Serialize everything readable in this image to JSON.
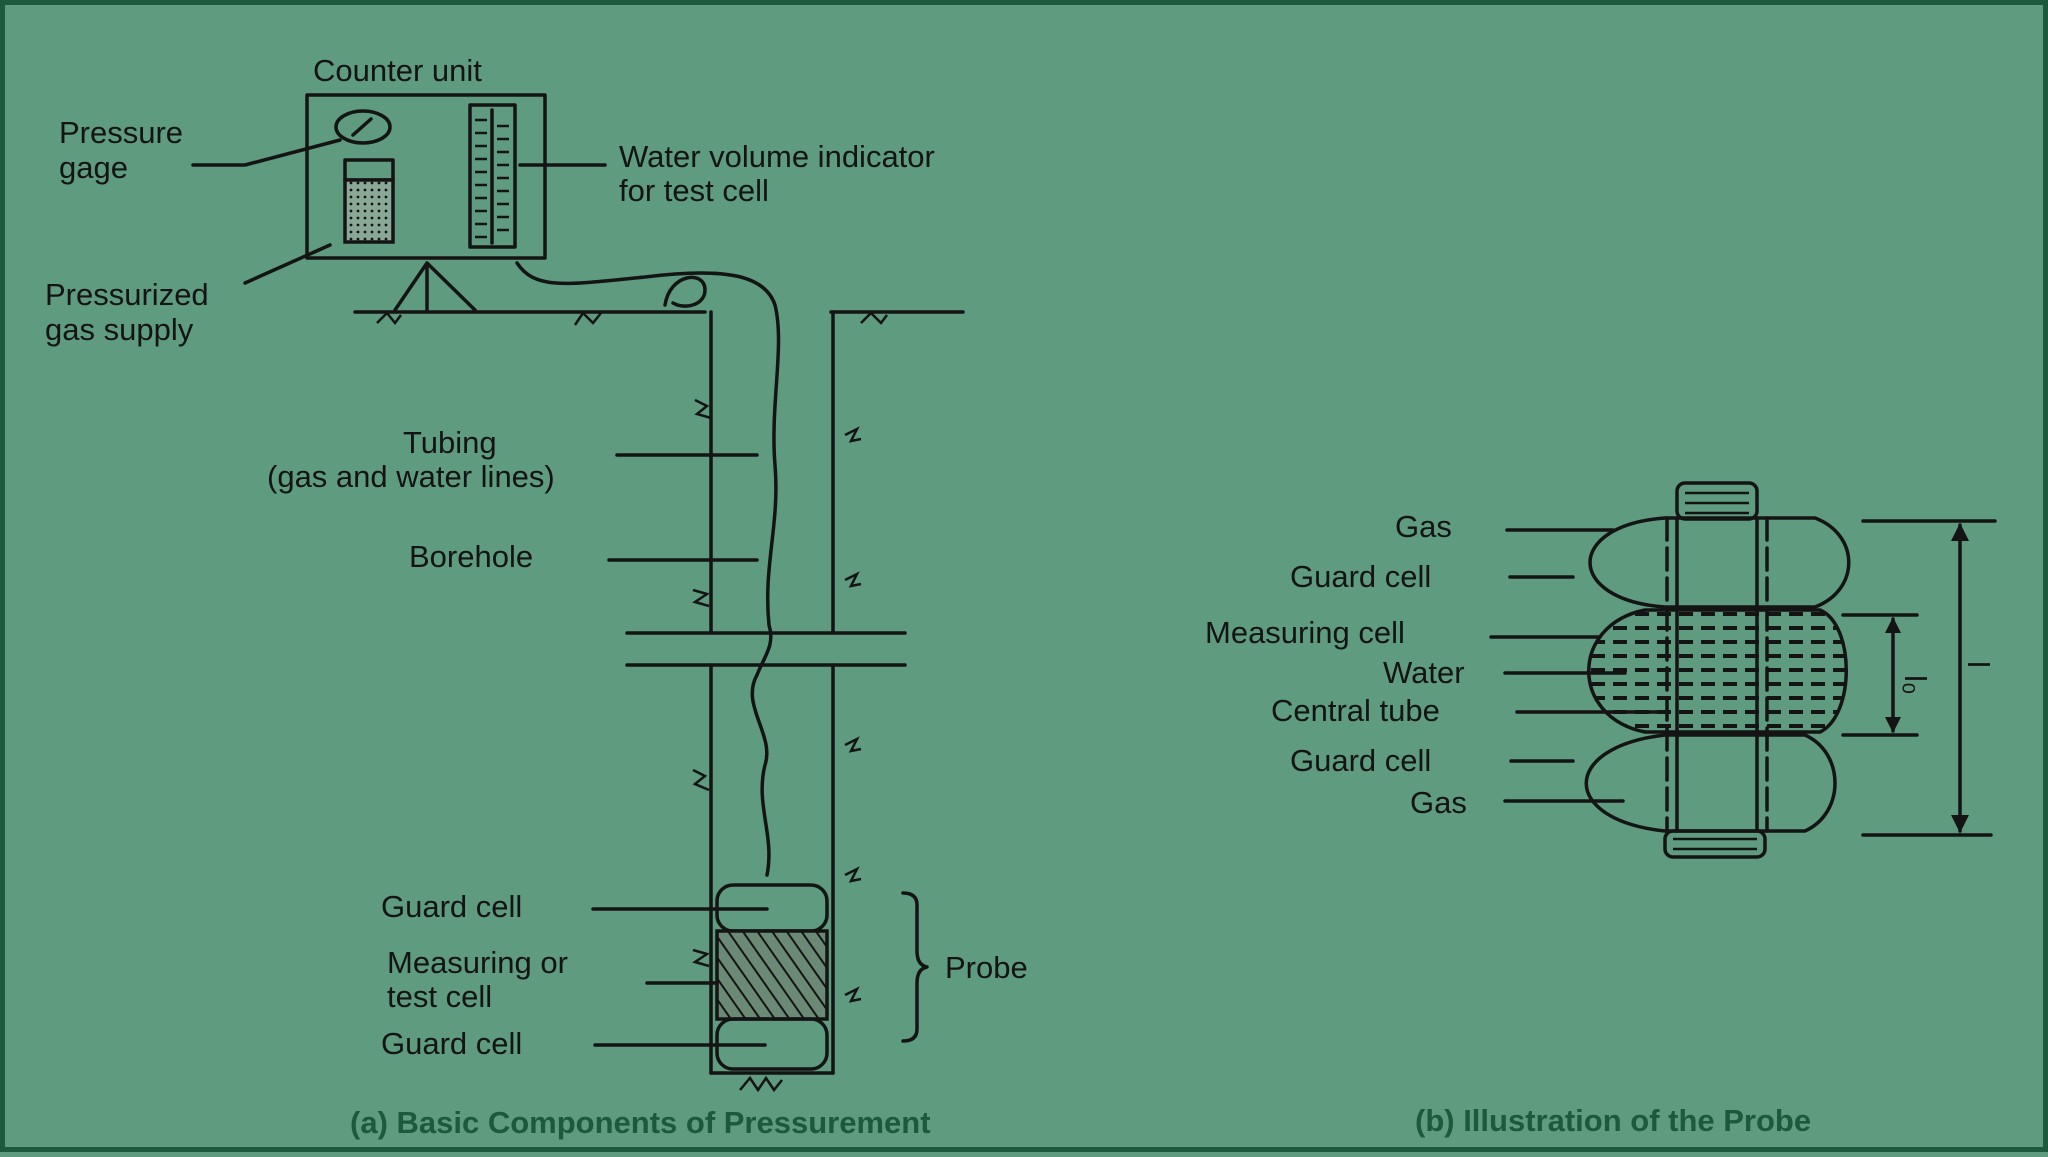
{
  "colors": {
    "background": "#5e9b7f",
    "caption": "#1d5a3d",
    "ink": "#141414",
    "frame": "#1d5a3d"
  },
  "labels_a": {
    "counter_unit": "Counter unit",
    "pressure_gage_1": "Pressure",
    "pressure_gage_2": "gage",
    "water_volume_1": "Water volume indicator",
    "water_volume_2": "for test cell",
    "pressurized_1": "Pressurized",
    "pressurized_2": "gas supply",
    "tubing_1": "Tubing",
    "tubing_2": "(gas and water lines)",
    "borehole": "Borehole",
    "guard_cell_top": "Guard cell",
    "measuring_1": "Measuring or",
    "measuring_2": "test cell",
    "guard_cell_bottom": "Guard cell",
    "probe": "Probe"
  },
  "labels_b": {
    "gas_top": "Gas",
    "guard_cell_top": "Guard cell",
    "measuring_cell": "Measuring cell",
    "water": "Water",
    "central_tube": "Central tube",
    "guard_cell_bottom": "Guard cell",
    "gas_bottom": "Gas",
    "dim_inner": "l₀",
    "dim_outer": "l"
  },
  "captions": {
    "a": "(a) Basic Components of Pressurement",
    "b": "(b) Illustration of the Probe"
  }
}
